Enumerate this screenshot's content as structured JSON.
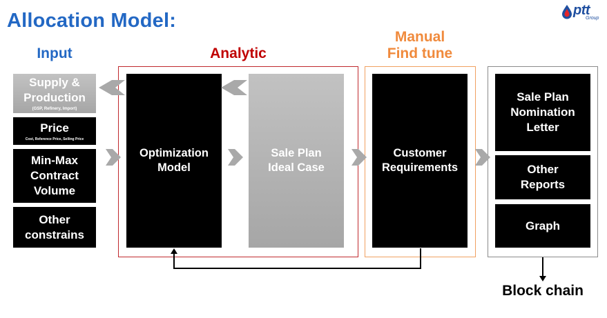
{
  "title": "Allocation Model:",
  "logo": {
    "text": "ptt",
    "subtext": "Group"
  },
  "sections": {
    "input": "Input",
    "analytic": "Analytic",
    "manual_line1": "Manual",
    "manual_line2": "Find tune"
  },
  "inputs": [
    {
      "line1": "Supply &",
      "line2": "Production",
      "sub": "(GSP, Refinery, Import)"
    },
    {
      "line1": "Price",
      "sub": "Cost, Reference Price, Selling Price"
    },
    {
      "line1": "Min-Max",
      "line2": "Contract",
      "line3": "Volume"
    },
    {
      "line1": "Other",
      "line2": "constrains"
    }
  ],
  "analytic_boxes": {
    "optimization_line1": "Optimization",
    "optimization_line2": "Model",
    "sale_plan_line1": "Sale Plan",
    "sale_plan_line2": "Ideal Case"
  },
  "manual_box": {
    "line1": "Customer",
    "line2": "Requirements"
  },
  "outputs": [
    {
      "line1": "Sale Plan",
      "line2": "Nomination",
      "line3": "Letter"
    },
    {
      "line1": "Other",
      "line2": "Reports"
    },
    {
      "line1": "Graph"
    }
  ],
  "block_chain": "Block chain",
  "colors": {
    "title_blue": "#2368c4",
    "analytic_red": "#c00000",
    "manual_orange": "#f08a3c",
    "box_black": "#000000",
    "box_grey": "#a6a6a6"
  },
  "icons": [
    "chevron-right-icon",
    "chevron-left-icon",
    "arrow-down-icon",
    "ptt-drop-icon"
  ]
}
